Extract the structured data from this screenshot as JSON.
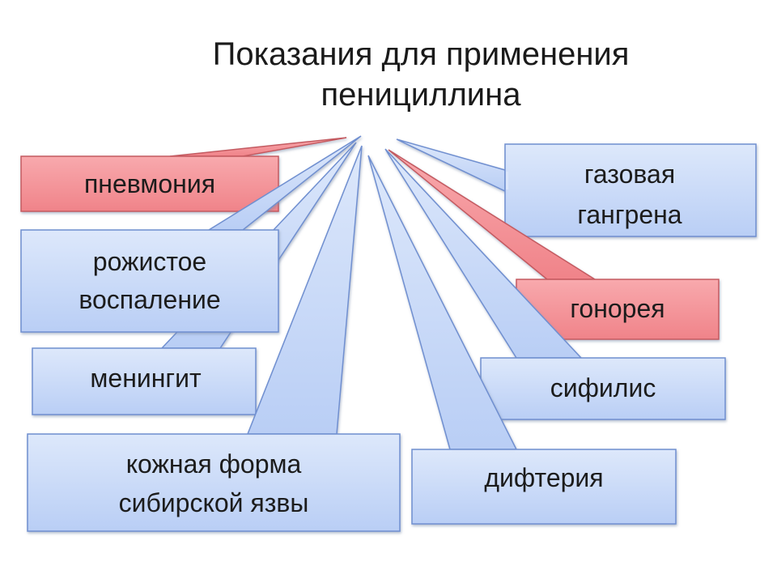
{
  "title": {
    "line1": "Показания для применения",
    "line2": "пенициллина"
  },
  "callouts": [
    {
      "id": "pneumonia",
      "label": "пневмония",
      "color": "red"
    },
    {
      "id": "erysipelas",
      "label": "рожистое воспаление",
      "lines": [
        "рожистое",
        "воспаление"
      ],
      "color": "blue"
    },
    {
      "id": "meningitis",
      "label": "менингит",
      "color": "blue"
    },
    {
      "id": "anthrax",
      "label": "кожная форма сибирской язвы",
      "lines": [
        "кожная форма",
        "сибирской язвы"
      ],
      "color": "blue"
    },
    {
      "id": "diphtheria",
      "label": "дифтерия",
      "color": "blue"
    },
    {
      "id": "syphilis",
      "label": "сифилис",
      "color": "blue"
    },
    {
      "id": "gonorrhea",
      "label": "гонорея",
      "color": "red"
    },
    {
      "id": "gas-gangrene",
      "label": "газовая гангрена",
      "lines": [
        "газовая",
        "гангрена"
      ],
      "color": "blue"
    }
  ],
  "colors": {
    "blue_fill": "#c9daf8",
    "blue_stroke": "#6f8fd0",
    "red_fill": "#f4959a",
    "red_stroke": "#c45a60"
  }
}
